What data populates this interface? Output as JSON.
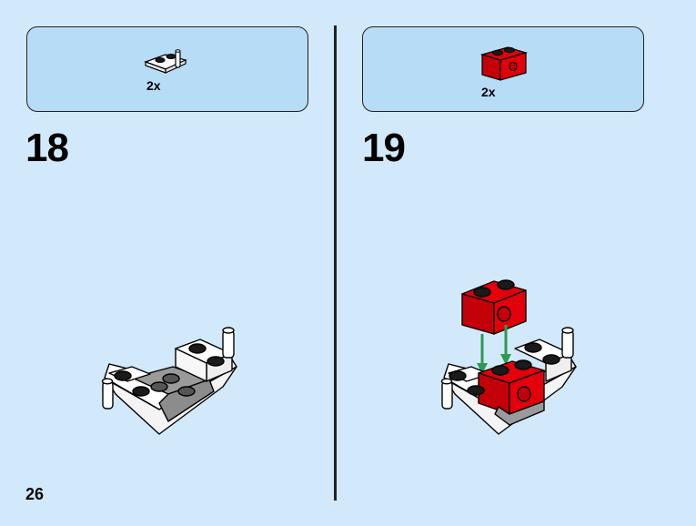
{
  "parts": {
    "left": {
      "quantity": "2x",
      "part_icon": "white-plate-with-bar-icon"
    },
    "right": {
      "quantity": "2x",
      "part_icon": "red-technic-brick-icon"
    }
  },
  "steps": [
    {
      "number": "18",
      "illustration": "white-base-assembly-icon"
    },
    {
      "number": "19",
      "illustration": "red-brick-placement-icon"
    }
  ],
  "page": {
    "number": "26"
  },
  "colors": {
    "background": "#d2e9fb",
    "parts_box": "#b7dcf6",
    "brick_red": "#e3000b",
    "arrow_green": "#2e9a4e",
    "stud_black": "#1a1a1a"
  }
}
